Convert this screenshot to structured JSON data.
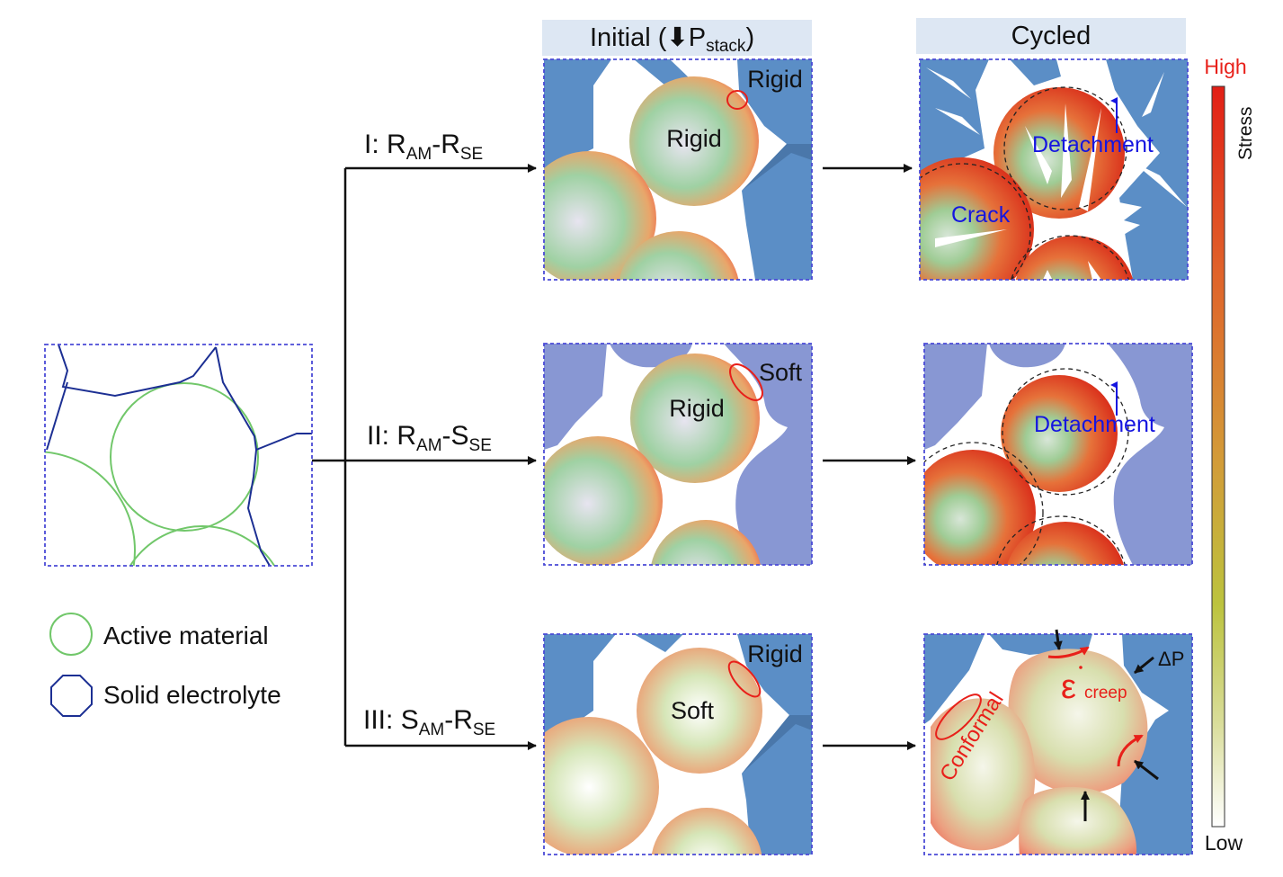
{
  "headers": {
    "initial_prefix": "Initial (",
    "initial_p": "P",
    "initial_sub": "stack",
    "initial_close": ")",
    "cycled": "Cycled"
  },
  "routes": [
    {
      "roman": "I: ",
      "a": "R",
      "a_sub": "AM",
      "b": "R",
      "b_sub": "SE"
    },
    {
      "roman": "II: ",
      "a": "R",
      "a_sub": "AM",
      "b": "S",
      "b_sub": "SE"
    },
    {
      "roman": "III: ",
      "a": "S",
      "a_sub": "AM",
      "b": "R",
      "b_sub": "SE"
    }
  ],
  "panels": {
    "p1_particle": "Rigid",
    "p1_electrolyte": "Rigid",
    "p2_particle": "Rigid",
    "p2_electrolyte": "Soft",
    "p3_particle": "Soft",
    "p3_electrolyte": "Rigid"
  },
  "cycled_labels": {
    "detachment": "Detachment",
    "crack": "Crack",
    "conformal": "Conformal",
    "creep_symbol": "ε",
    "creep_sub": "creep",
    "delta_p": "ΔP"
  },
  "legend": {
    "active_material": "Active material",
    "solid_electrolyte": "Solid electrolyte"
  },
  "colorbar": {
    "high": "High",
    "low": "Low",
    "title": "Stress",
    "colors": [
      "#e21f16",
      "#e0622a",
      "#d39a38",
      "#bcc33e",
      "#d9dd9a",
      "#ffffff"
    ]
  },
  "colors": {
    "electrolyte_rigid": "#5b8ec6",
    "electrolyte_soft": "#8897d3",
    "outline_active": "#71c76a",
    "outline_electrolyte": "#1c2f93",
    "header_bg": "#dde7f3"
  }
}
